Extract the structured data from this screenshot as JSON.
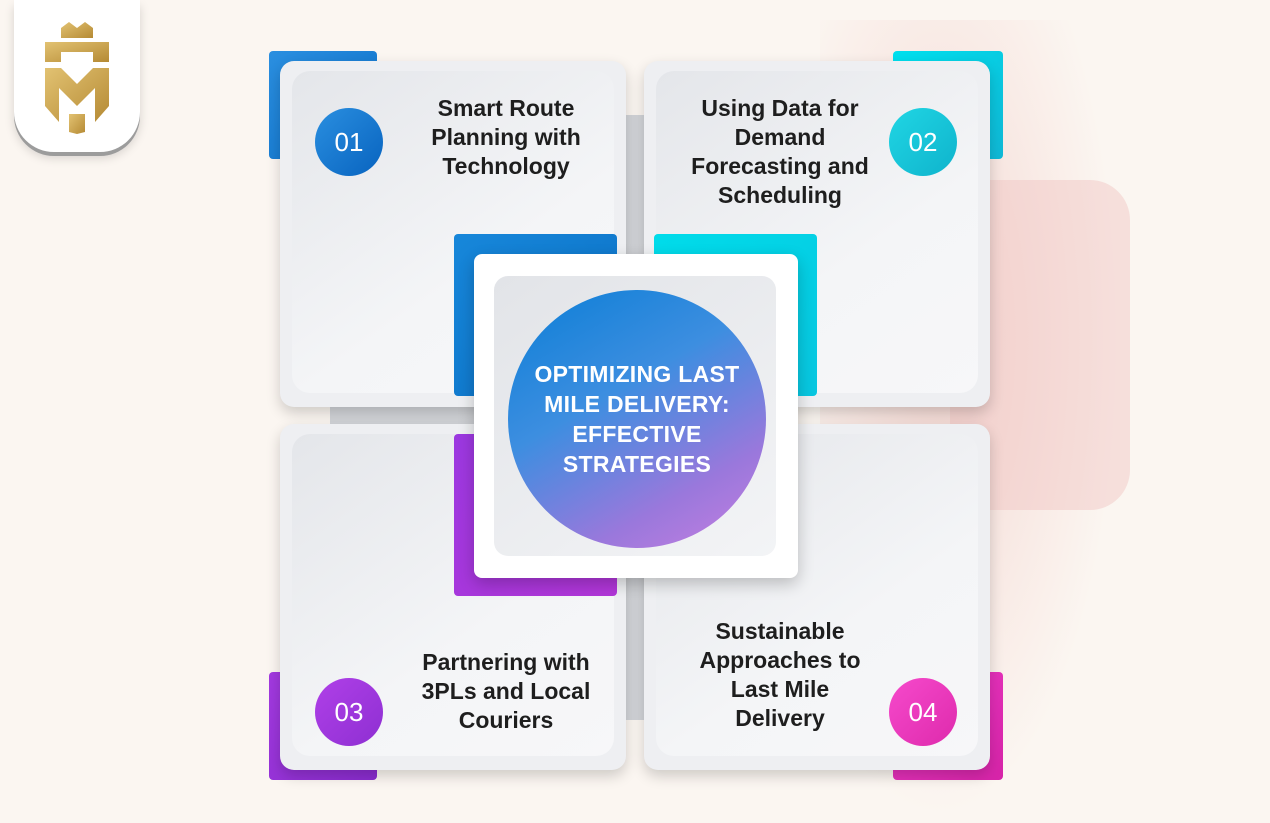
{
  "center": {
    "title": "OPTIMIZING LAST MILE DELIVERY: EFFECTIVE STRATEGIES"
  },
  "items": [
    {
      "number": "01",
      "label": "Smart Route Planning with Technology",
      "color": "#0b7fd2"
    },
    {
      "number": "02",
      "label": "Using Data for Demand Forecasting and Scheduling",
      "color": "#14c4d8"
    },
    {
      "number": "03",
      "label": "Partnering with 3PLs and Local Couriers",
      "color": "#a534e0"
    },
    {
      "number": "04",
      "label": "Sustainable Approaches to Last Mile Delivery",
      "color": "#f036c4"
    }
  ],
  "colors": {
    "blue": "#0b7fd2",
    "cyan": "#00d9ea",
    "purple": "#a534e0",
    "magenta": "#f036c4",
    "logo_gold": "#c9a24a"
  },
  "logo": {
    "icon": "shield-crown-logo-icon"
  }
}
